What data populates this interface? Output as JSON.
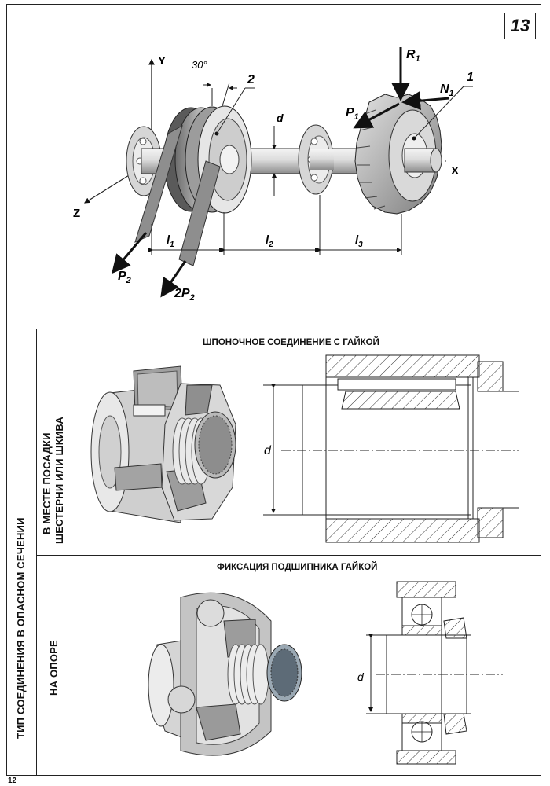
{
  "sheet_number": "13",
  "top_diagram": {
    "axis_y": "Y",
    "axis_x": "X",
    "axis_z": "Z",
    "angle": "30°",
    "part_2": "2",
    "part_1": "1",
    "diameter": "d",
    "force_R": "R",
    "force_R_sub": "1",
    "force_N": "N",
    "force_N_sub": "1",
    "force_P": "P",
    "force_P_sub": "1",
    "force_P2": "P",
    "force_P2_sub": "2",
    "force_2P2": "2P",
    "force_2P2_sub": "2",
    "len_l1": "l",
    "len_l1_sub": "1",
    "len_l2": "l",
    "len_l2_sub": "2",
    "len_l3": "l",
    "len_l3_sub": "3"
  },
  "table": {
    "main_label": "ТИП СОЕДИНЕНИЯ В ОПАСНОМ СЕЧЕНИИ",
    "row1_label_line1": "В МЕСТЕ ПОСАДКИ",
    "row1_label_line2": "ШЕСТЕРНИ ИЛИ ШКИВА",
    "row1_caption": "ШПОНОЧНОЕ СОЕДИНЕНИЕ С ГАЙКОЙ",
    "row1_dim": "d",
    "row2_label": "НА ОПОРЕ",
    "row2_caption": "ФИКСАЦИЯ ПОДШИПНИКА ГАЙКОЙ",
    "row2_dim": "d"
  },
  "page_number": "12"
}
